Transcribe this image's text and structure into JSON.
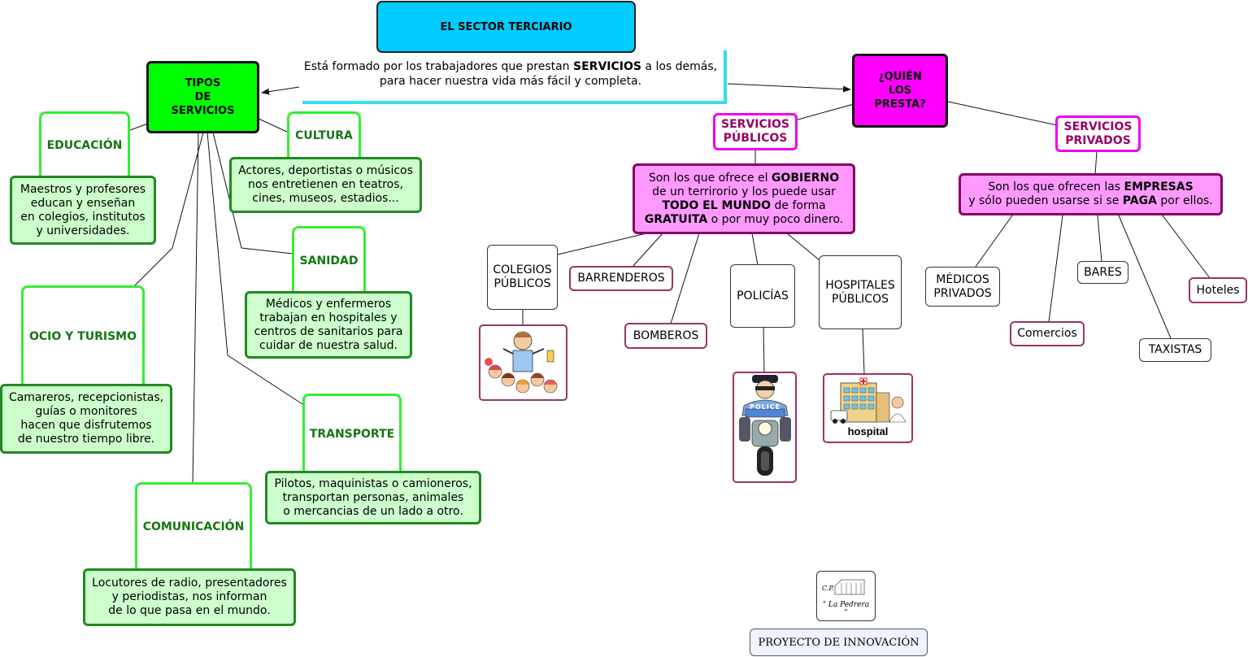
{
  "title": "EL SECTOR TERCIARIO",
  "intro": {
    "before": "Está formado por los trabajadores que prestan ",
    "bold": "SERVICIOS",
    "after": " a los demás,\npara hacer nuestra vida más fácil y completa."
  },
  "tipos_servicios": "TIPOS\nDE\nSERVICIOS",
  "quien_presta": "¿QUIÉN\nLOS\nPRESTA?",
  "categories": [
    {
      "name": "EDUCACIÓN",
      "description": "Maestros y profesores\neducan y enseñan\n en colegios, institutos\n y universidades."
    },
    {
      "name": "CULTURA",
      "description": "Actores, deportistas o músicos\nnos entretienen en teatros,\ncines, museos, estadios..."
    },
    {
      "name": "SANIDAD",
      "description": "Médicos y enfermeros\ntrabajan en hospitales y\ncentros de sanitarios para\ncuidar de nuestra salud."
    },
    {
      "name": "OCIO Y TURISMO",
      "description": "Camareros, recepcionistas,\nguías o monitores\nhacen que disfrutemos\nde nuestro tiempo libre."
    },
    {
      "name": "TRANSPORTE",
      "description": "Pilotos, maquinistas o camioneros,\ntransportan personas, animales\no mercancias de un lado a otro."
    },
    {
      "name": "COMUNICACIÓN",
      "description": "Locutores de radio, presentadores\ny periodistas, nos informan\nde lo que pasa en el mundo."
    }
  ],
  "publicos": {
    "label": "SERVICIOS\nPÚBLICOS",
    "description_parts": [
      {
        "t": "Son los que ofrece el ",
        "b": false
      },
      {
        "t": "GOBIERNO",
        "b": true
      },
      {
        "t": "\nde un terrirorio y los puede usar\n",
        "b": false
      },
      {
        "t": "TODO EL MUNDO",
        "b": true
      },
      {
        "t": " de forma\n",
        "b": false
      },
      {
        "t": "GRATUITA",
        "b": true
      },
      {
        "t": " o por muy poco dinero.",
        "b": false
      }
    ],
    "examples": [
      "COLEGIOS\nPÚBLICOS",
      "BARRENDEROS",
      "BOMBEROS",
      "POLICÍAS",
      "HOSPITALES\nPÚBLICOS"
    ]
  },
  "privados": {
    "label": "SERVICIOS\nPRIVADOS",
    "description_parts": [
      {
        "t": "Son los que ofrecen las ",
        "b": false
      },
      {
        "t": "EMPRESAS",
        "b": true
      },
      {
        "t": "\ny sólo pueden usarse si se ",
        "b": false
      },
      {
        "t": "PAGA",
        "b": true
      },
      {
        "t": " por ellos.",
        "b": false
      }
    ],
    "examples": [
      "MÉDICOS\nPRIVADOS",
      "Comercios",
      "BARES",
      "TAXISTAS",
      "Hoteles"
    ]
  },
  "hospital_sign": "hospital",
  "police_sign": "POLICE",
  "school_logo": {
    "line1": "C.P.",
    "line2": "\" La Pedrera \""
  },
  "footer": "PROYECTO DE INNOVACIÓN",
  "colors": {
    "title_bg": "#00ccff",
    "tipos_bg": "#00ff00",
    "quien_bg": "#ff00ff",
    "category_border": "#33ee33",
    "category_text": "#117711",
    "category_desc_bg": "#ccffcc",
    "pink_desc_bg": "#ff99ff",
    "intro_accent": "#33ddee"
  }
}
